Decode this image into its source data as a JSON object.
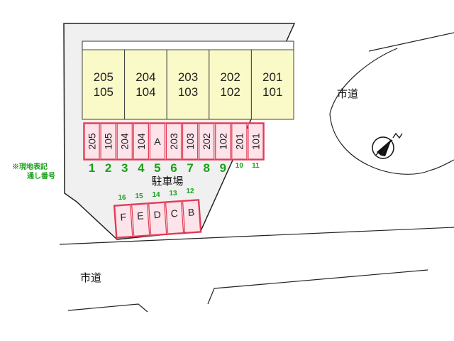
{
  "building": {
    "units": [
      {
        "upper": "205",
        "lower": "105"
      },
      {
        "upper": "204",
        "lower": "104"
      },
      {
        "upper": "203",
        "lower": "103"
      },
      {
        "upper": "202",
        "lower": "102"
      },
      {
        "upper": "201",
        "lower": "101"
      }
    ]
  },
  "parking_row": {
    "slots": [
      "205",
      "105",
      "204",
      "104",
      "A",
      "203",
      "103",
      "202",
      "102",
      "201",
      "101"
    ],
    "numbers": [
      "1",
      "2",
      "3",
      "4",
      "5",
      "6",
      "7",
      "8",
      "9",
      "10",
      "11"
    ]
  },
  "parking_lower": {
    "slots": [
      "F",
      "E",
      "D",
      "C",
      "B"
    ],
    "numbers": [
      "16",
      "15",
      "14",
      "13",
      "12"
    ]
  },
  "labels": {
    "parking": "駐車場",
    "road_right": "市道",
    "road_bottom": "市道",
    "note_line1": "※現地表記",
    "note_line2": "通し番号"
  },
  "colors": {
    "building_fill": "#fafac8",
    "slot_fill": "#fde3ea",
    "slot_stroke": "#e23a55",
    "lot_fill": "#f0f0f0",
    "number_green": "#1aa11a"
  }
}
